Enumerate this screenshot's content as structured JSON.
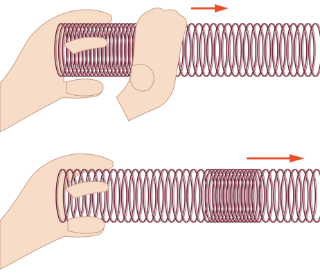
{
  "panels": [
    {
      "id": "top",
      "description_visible_text": "",
      "spring": {
        "compressed_region": "left"
      },
      "hands": [
        "left-hand-holding-end",
        "right-hand-pinching-coils"
      ],
      "arrow": {
        "direction": "right",
        "color": "#e8512b"
      }
    },
    {
      "id": "bottom",
      "description_visible_text": "",
      "spring": {
        "compressed_region": "middle"
      },
      "hands": [
        "left-hand-holding-end"
      ],
      "arrow": {
        "direction": "right",
        "color": "#e8512b"
      }
    }
  ],
  "colors": {
    "coil_dark": "#6b2b3a",
    "coil_light": "#b9848f",
    "skin": "#f7dcc8",
    "skin_outline": "#c79a82",
    "arrow": "#e8512b"
  }
}
